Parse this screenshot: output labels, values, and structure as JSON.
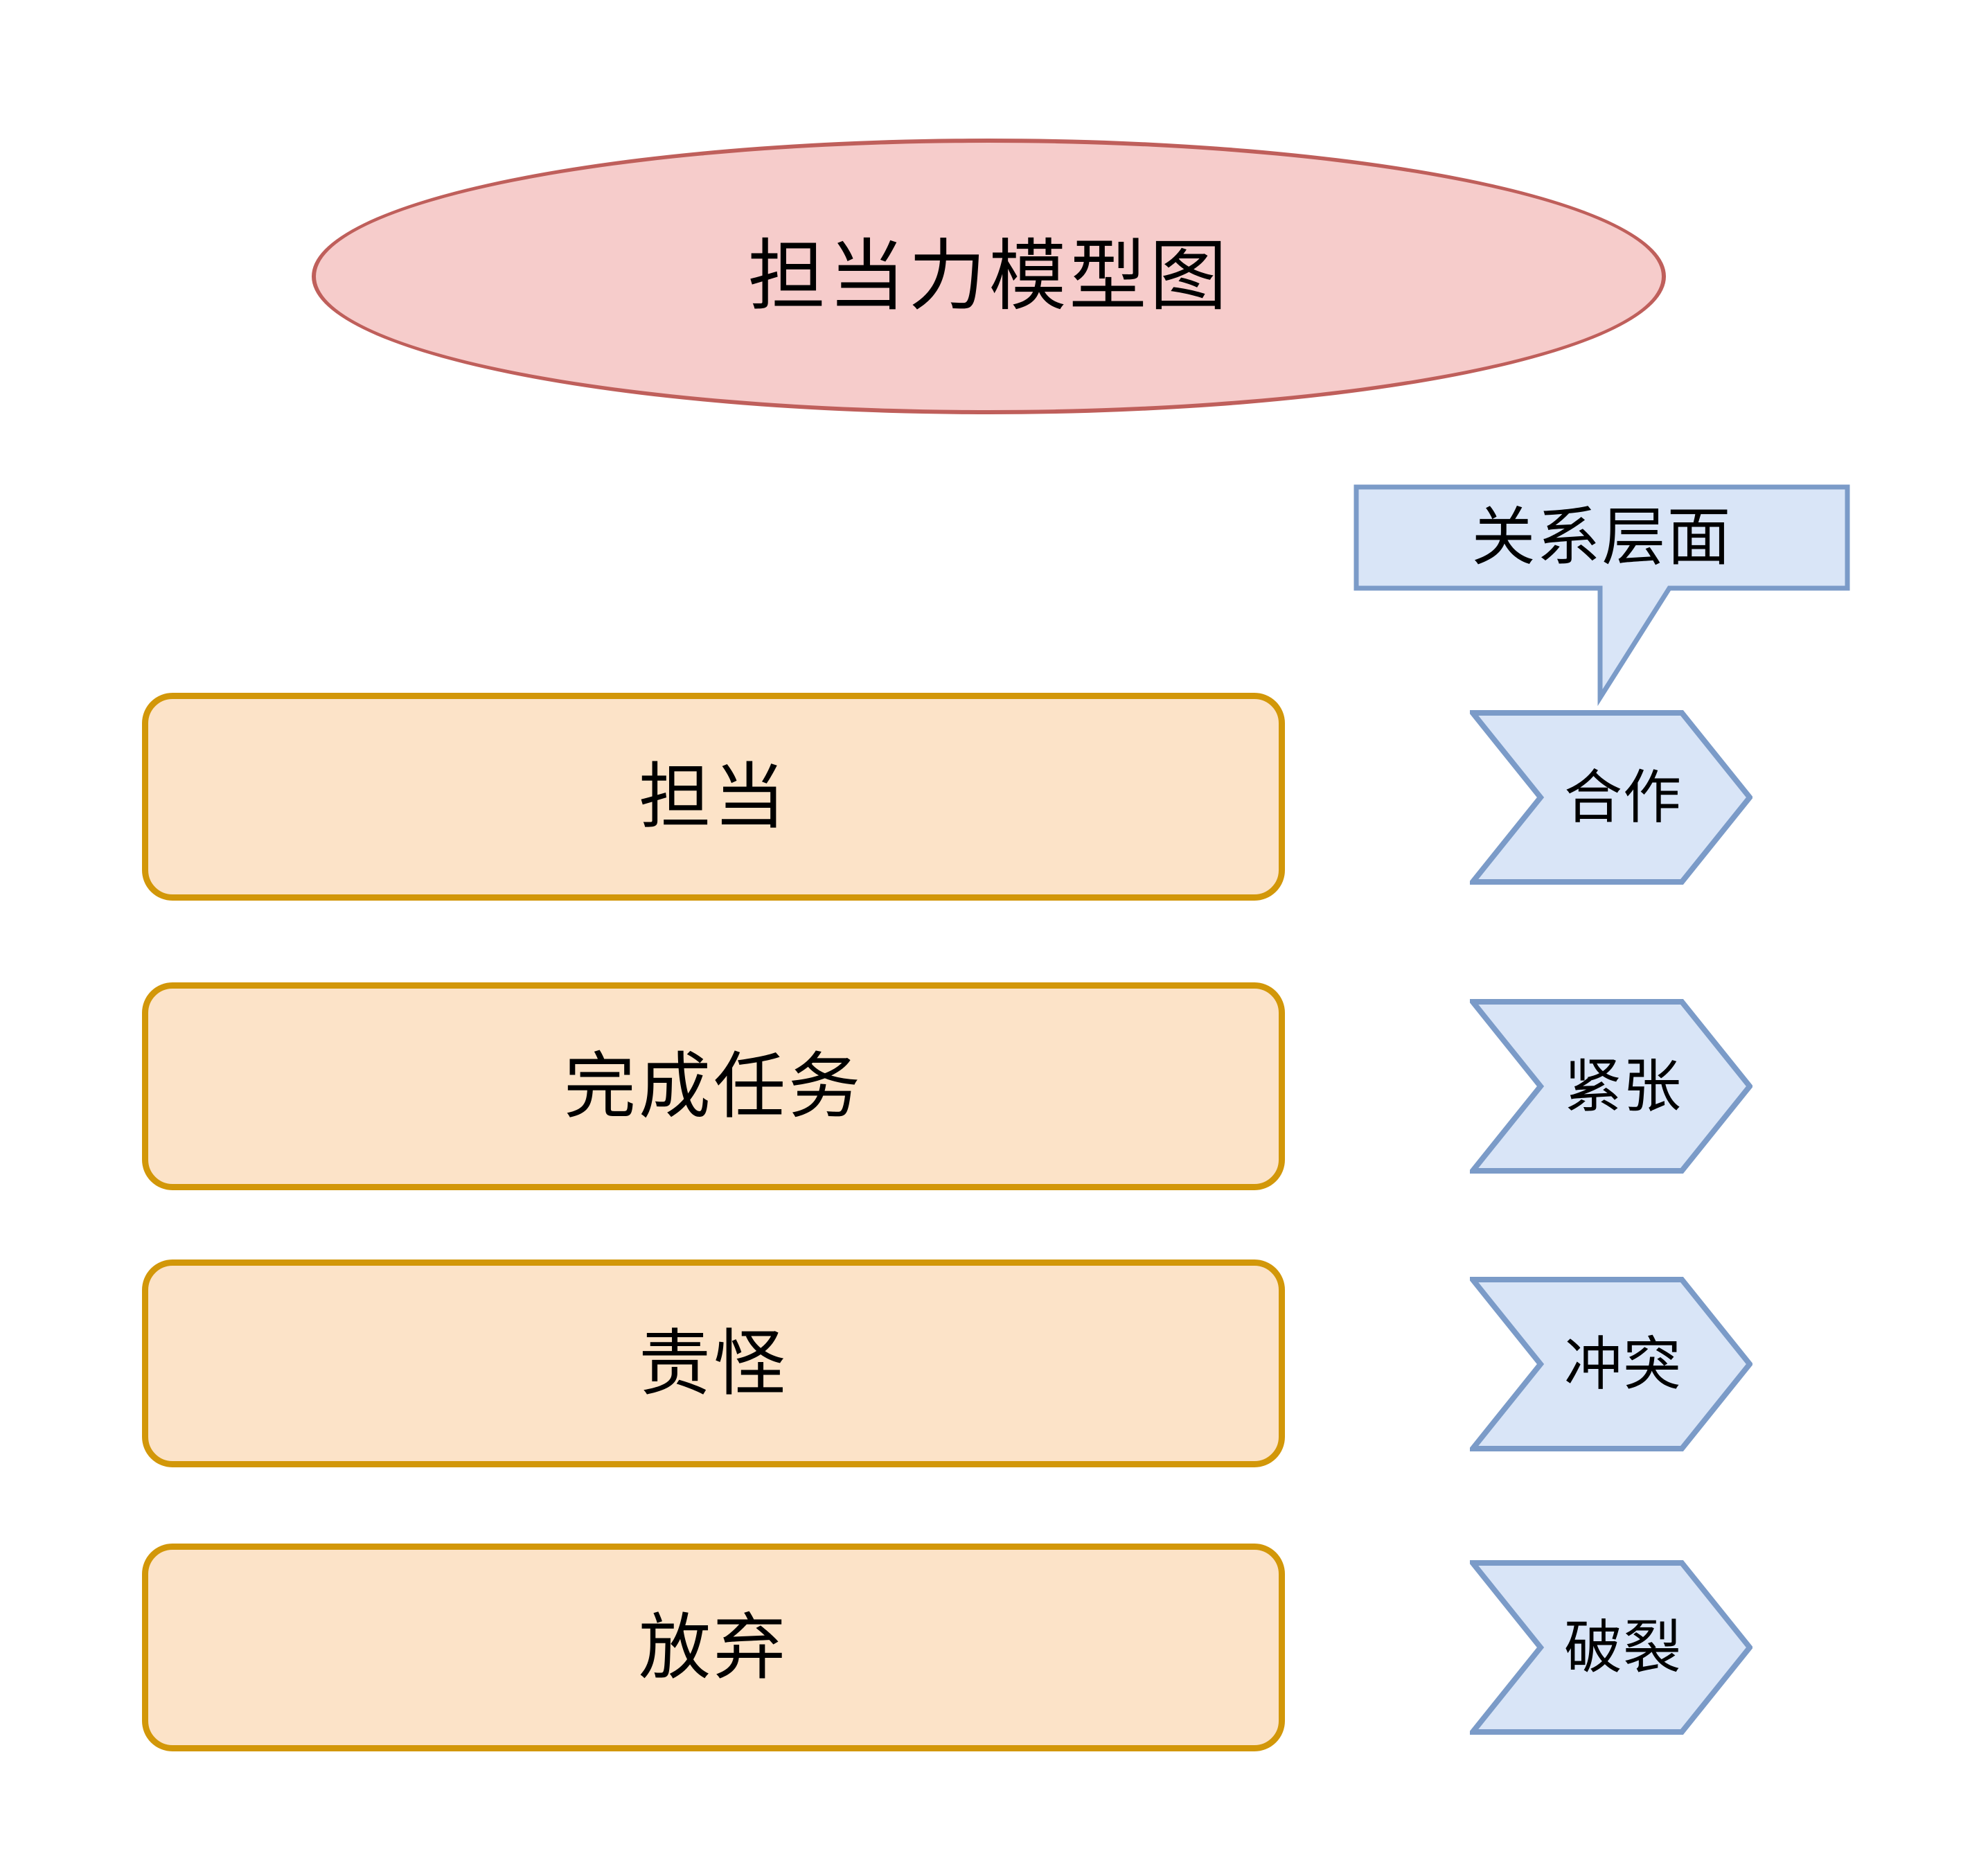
{
  "diagram": {
    "title": "担当力模型图",
    "title_shape": "ellipse",
    "colors": {
      "title_fill": "#f6cccb",
      "title_border": "#bf5f5b",
      "stage_fill": "#fce3c8",
      "stage_border": "#d29709",
      "relation_fill": "#d9e5f7",
      "relation_border": "#7b9bc8",
      "text": "#000000",
      "background": "#ffffff"
    },
    "callout": {
      "label": "关系层面",
      "shape": "rectangular-callout-with-tail"
    },
    "stages": [
      {
        "label": "担当"
      },
      {
        "label": "完成任务"
      },
      {
        "label": "责怪"
      },
      {
        "label": "放弃"
      }
    ],
    "relations": [
      {
        "label": "合作"
      },
      {
        "label": "紧张"
      },
      {
        "label": "冲突"
      },
      {
        "label": "破裂"
      }
    ]
  }
}
